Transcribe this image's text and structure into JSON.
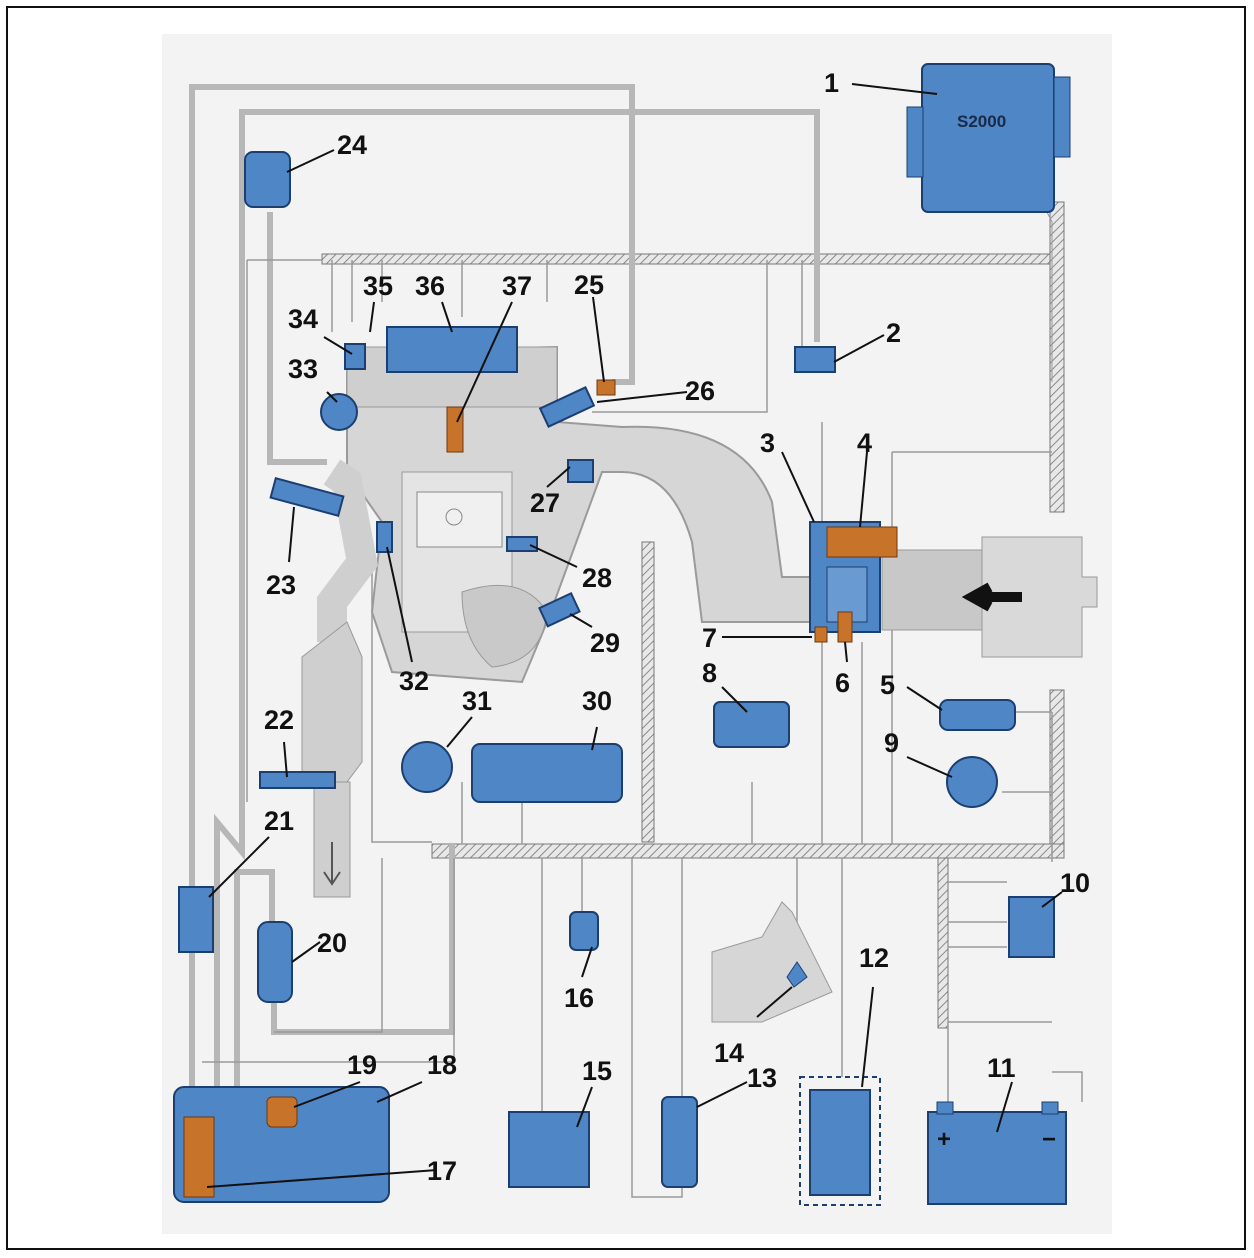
{
  "diagram": {
    "ecu_label": "S2000",
    "battery_plus": "+",
    "battery_minus": "−",
    "callouts": [
      "1",
      "2",
      "3",
      "4",
      "5",
      "6",
      "7",
      "8",
      "9",
      "10",
      "11",
      "12",
      "13",
      "14",
      "15",
      "16",
      "17",
      "18",
      "19",
      "20",
      "21",
      "22",
      "23",
      "24",
      "25",
      "26",
      "27",
      "28",
      "29",
      "30",
      "31",
      "32",
      "33",
      "34",
      "35",
      "36",
      "37"
    ]
  },
  "colors": {
    "component": "#4f86c6",
    "component_dark": "#1c3f72",
    "sensor_orange": "#c8732a",
    "engine_grey": "#d9d9d9",
    "wire": "#b7b7b7",
    "background": "#f5f5f5"
  }
}
